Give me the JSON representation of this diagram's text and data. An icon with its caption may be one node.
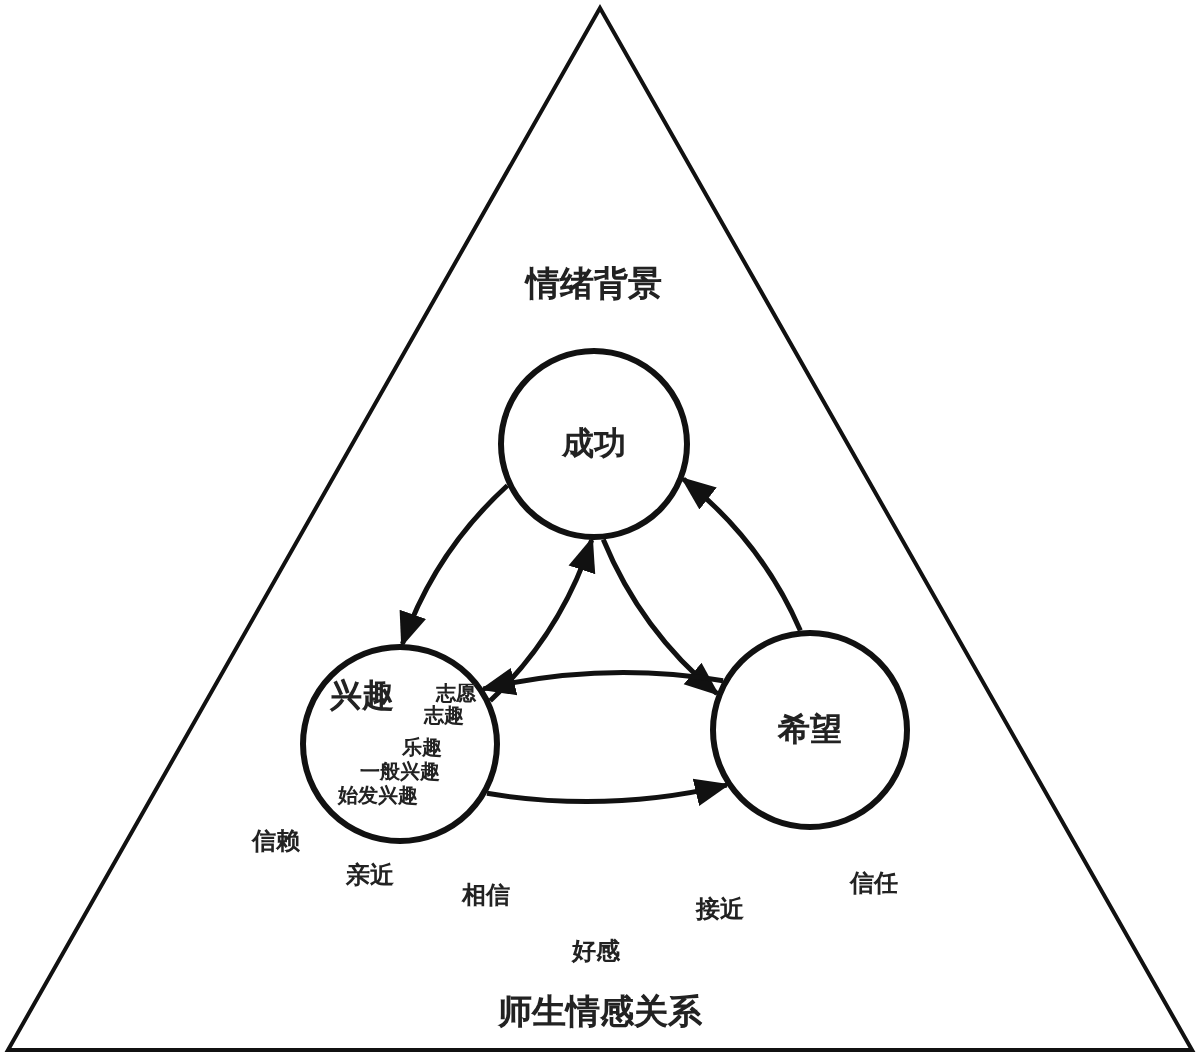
{
  "diagram": {
    "nodes": [
      {
        "text": [
          "情绪背景",
          "师生情感关系"
        ]
      },
      {
        "text": [
          "成功"
        ],
        "in": 0
      },
      {
        "text": [
          "兴趣",
          "志愿",
          "志趣",
          "乐趣",
          "一般兴趣",
          "始发兴趣"
        ],
        "in": 0
      },
      {
        "text": [
          "希望"
        ],
        "in": 0
      }
    ],
    "edges": [
      {
        "from": 2,
        "to": 1,
        "arrow": "to"
      },
      {
        "from": 1,
        "to": 2,
        "arrow": "to"
      },
      {
        "from": 1,
        "to": 3,
        "arrow": "to"
      },
      {
        "from": 3,
        "to": 1,
        "arrow": "to"
      },
      {
        "from": 2,
        "to": 3,
        "arrow": "to"
      },
      {
        "from": 3,
        "to": 2,
        "arrow": "to"
      }
    ],
    "labels": [
      "信赖",
      "亲近",
      "相信",
      "好感",
      "接近",
      "信任"
    ]
  }
}
